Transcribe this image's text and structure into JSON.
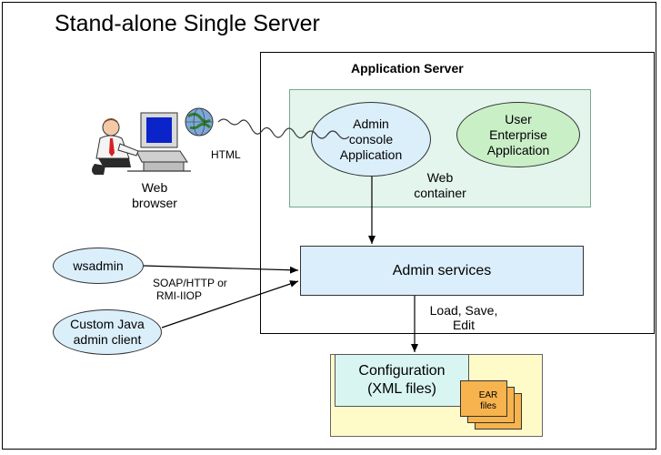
{
  "title": "Stand-alone Single Server",
  "application_server": {
    "label": "Application Server",
    "web_container": {
      "label_line1": "Web",
      "label_line2": "container",
      "admin_console": {
        "line1": "Admin",
        "line2": "console",
        "line3": "Application"
      },
      "user_app": {
        "line1": "User",
        "line2": "Enterprise",
        "line3": "Application"
      }
    },
    "admin_services": "Admin services"
  },
  "browser": {
    "label_line1": "Web",
    "label_line2": "browser",
    "connection_label": "HTML"
  },
  "clients": {
    "wsadmin": "wsadmin",
    "custom_client_line1": "Custom Java",
    "custom_client_line2": "admin client",
    "protocol_line1": "SOAP/HTTP or",
    "protocol_line2": "RMI-IIOP"
  },
  "load_save_edit": {
    "line1": "Load, Save,",
    "line2": "Edit"
  },
  "configuration": {
    "line1": "Configuration",
    "line2": "(XML files)",
    "ear_line1": "EAR",
    "ear_line2": "files"
  }
}
